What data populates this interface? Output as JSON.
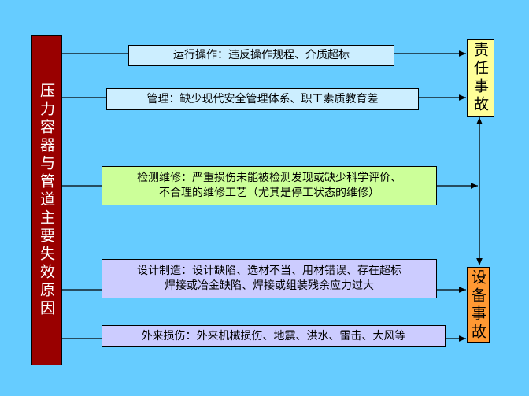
{
  "root": {
    "label": "压力容器与管道主要失效原因"
  },
  "causes": [
    {
      "text": "运行操作：违反操作规程、介质超标"
    },
    {
      "text": "管理：缺少现代安全管理体系、职工素质教育差"
    },
    {
      "line1": "检测维修：严重损伤未能被检测发现或缺少科学评价、",
      "line2": "不合理的维修工艺（尤其是停工状态的维修）"
    },
    {
      "line1": "设计制造：设计缺陷、选材不当、用材错误、存在超标",
      "line2": "焊接或冶金缺陷、焊接或组装残余应力过大"
    },
    {
      "text": "外来损伤：外来机械损伤、地震、洪水、雷击、大风等"
    }
  ],
  "results": {
    "liability": "责任事故",
    "equipment": "设备事故"
  },
  "colors": {
    "background": "#66CCFF",
    "root": "#990000",
    "liability": "#FFFF99",
    "equipment": "#FF9933"
  }
}
